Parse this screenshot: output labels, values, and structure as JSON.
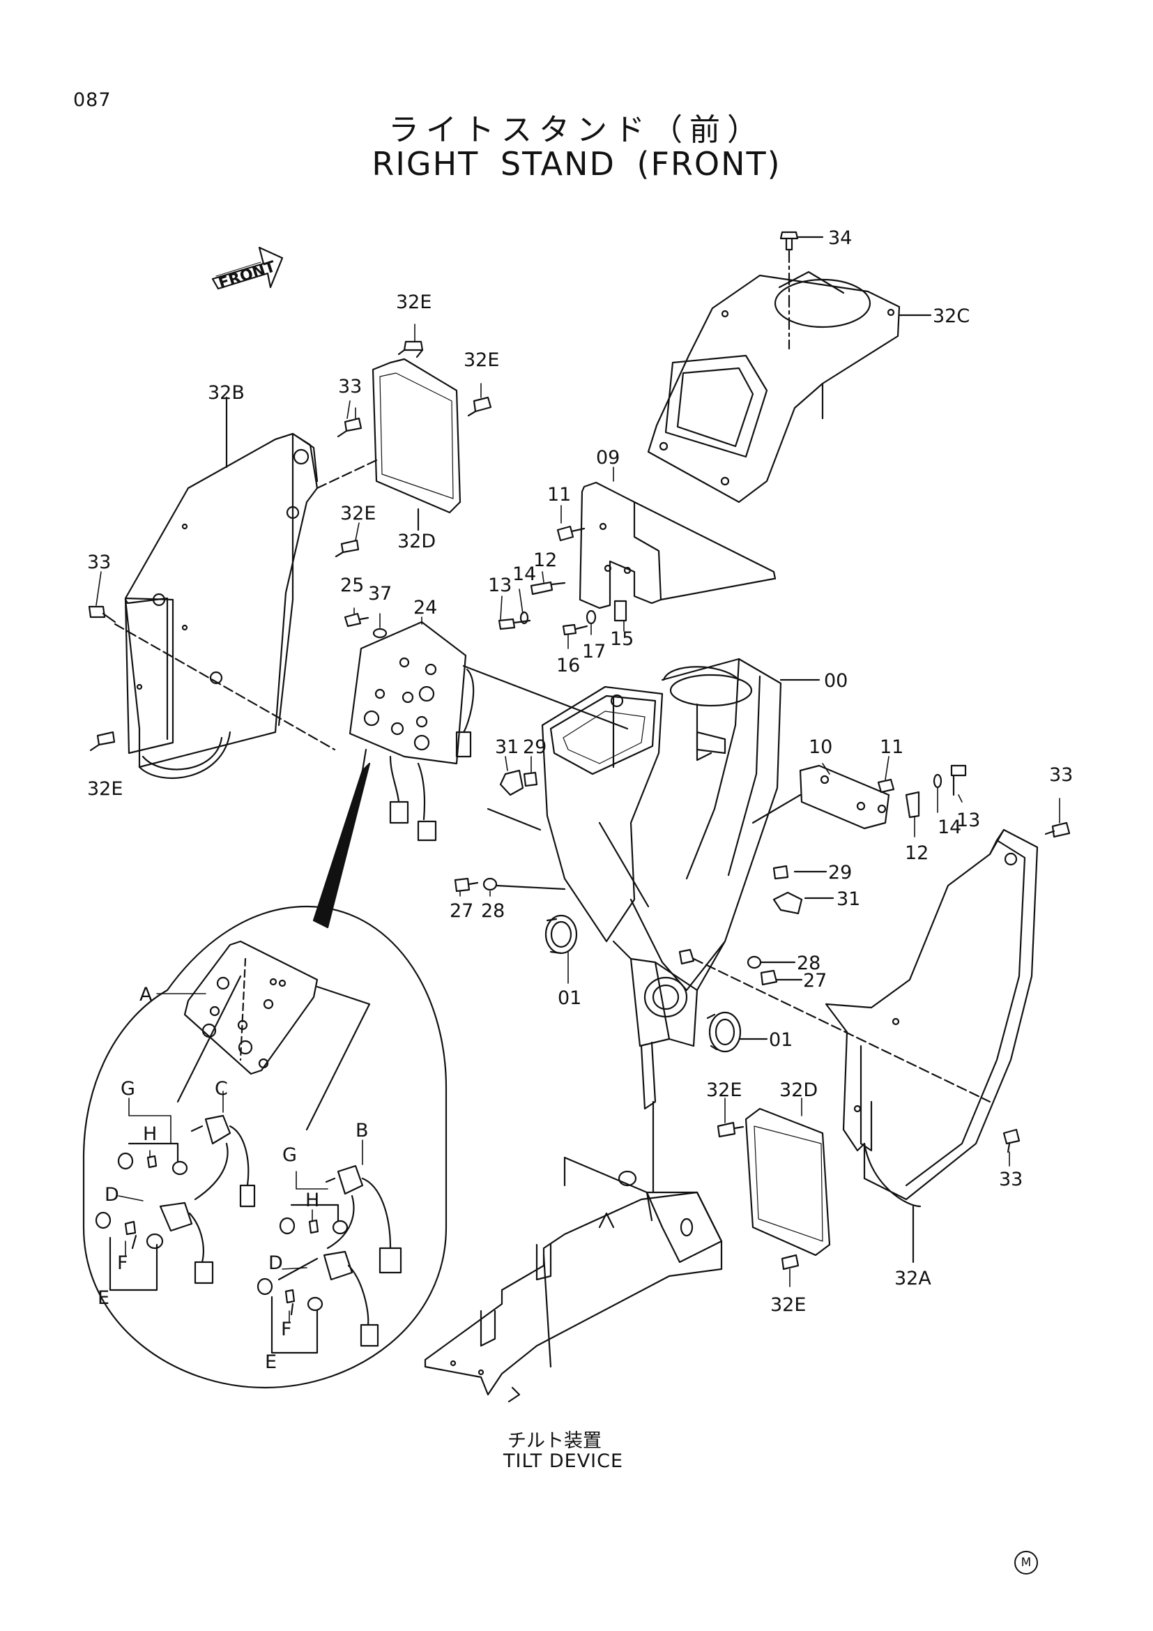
{
  "page_number": "087",
  "title_jp": "ライトスタンド（前）",
  "title_en": "RIGHT STAND (FRONT)",
  "front_label": "FRONT",
  "callouts": {
    "p34": "34",
    "p32C": "32C",
    "p32E_a": "32E",
    "p32E_b": "32E",
    "p32B": "32B",
    "p33_a": "33",
    "p32D_a": "32D",
    "p32E_c": "32E",
    "p09": "09",
    "p11_a": "11",
    "p33_b": "33",
    "p25": "25",
    "p37": "37",
    "p24": "24",
    "p13_a": "13",
    "p14_a": "14",
    "p12_a": "12",
    "p16": "16",
    "p17": "17",
    "p15": "15",
    "p00": "00",
    "p32E_d": "32E",
    "p31_a": "31",
    "p29_a": "29",
    "p10": "10",
    "p11_b": "11",
    "p33_c": "33",
    "p14_b": "14",
    "p13_b": "13",
    "p12_b": "12",
    "p29_b": "29",
    "p31_b": "31",
    "p27_a": "27",
    "p28_a": "28",
    "p01_a": "01",
    "p28_b": "28",
    "p27_b": "27",
    "p01_b": "01",
    "p32E_e": "32E",
    "p32D_b": "32D",
    "p33_d": "33",
    "p32E_f": "32E",
    "p32A": "32A"
  },
  "detail_labels": {
    "A": "A",
    "C": "C",
    "G1": "G",
    "H1": "H",
    "D1": "D",
    "F1": "F",
    "E1": "E",
    "B": "B",
    "G2": "G",
    "H2": "H",
    "D2": "D",
    "F2": "F",
    "E2": "E"
  },
  "tilt_device_jp": "チルト装置",
  "tilt_device_en": "TILT DEVICE",
  "corner_mark": "M"
}
